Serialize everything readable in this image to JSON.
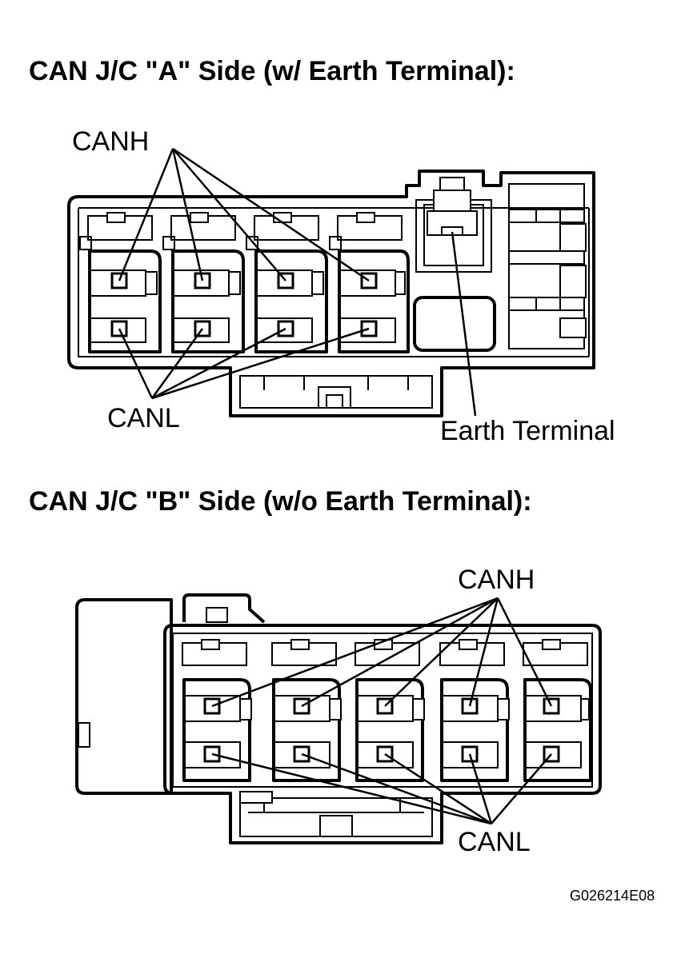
{
  "side_a": {
    "title": "CAN J/C \"A\" Side (w/ Earth Terminal):",
    "canh_label": "CANH",
    "canl_label": "CANL",
    "earth_label": "Earth Terminal"
  },
  "side_b": {
    "title": "CAN J/C \"B\" Side (w/o Earth Terminal):",
    "canh_label": "CANH",
    "canl_label": "CANL"
  },
  "figure_code": "G026214E08"
}
